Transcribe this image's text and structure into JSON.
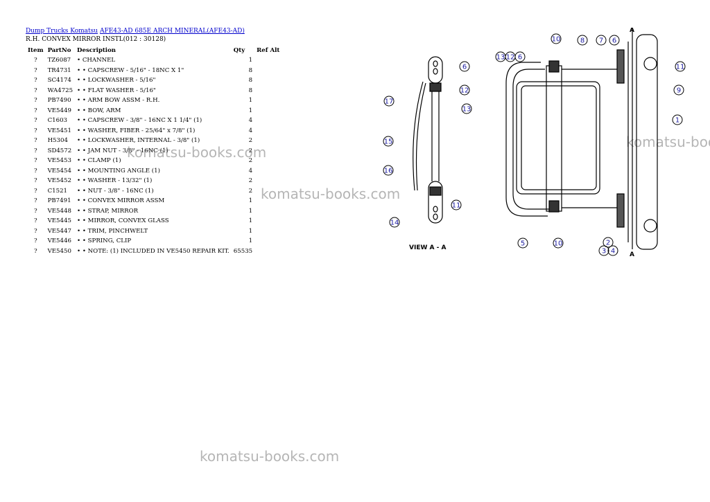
{
  "breadcrumb": {
    "link1": "Dump Trucks Komatsu",
    "link2": "AFE43-AD 685E ARCH MINERAL(AFE43-AD)"
  },
  "subtitle": "R.H. CONVEX MIRROR INSTL(012 : 30128)",
  "table": {
    "headers": {
      "item": "Item",
      "part": "PartNo",
      "desc": "Description",
      "qty": "Qty",
      "ref": "Ref Alt"
    },
    "rows": [
      {
        "item": "?",
        "part": "TZ6087",
        "desc": "• CHANNEL",
        "qty": "1"
      },
      {
        "item": "?",
        "part": "TR4731",
        "desc": "• • CAPSCREW - 5/16\" - 18NC X 1\"",
        "qty": "8"
      },
      {
        "item": "?",
        "part": "SC4174",
        "desc": "• • LOCKWASHER - 5/16\"",
        "qty": "8"
      },
      {
        "item": "?",
        "part": "WA4725",
        "desc": "• • FLAT WASHER - 5/16\"",
        "qty": "8"
      },
      {
        "item": "?",
        "part": "PB7490",
        "desc": "• • ARM BOW ASSM - R.H.",
        "qty": "1"
      },
      {
        "item": "?",
        "part": "VE5449",
        "desc": "• • BOW, ARM",
        "qty": "1"
      },
      {
        "item": "?",
        "part": "C1603",
        "desc": "• • CAPSCREW - 3/8\" - 16NC X 1 1/4\" (1)",
        "qty": "4"
      },
      {
        "item": "?",
        "part": "VE5451",
        "desc": "• • WASHER, FIBER - 25/64\" x 7/8\" (1)",
        "qty": "4"
      },
      {
        "item": "?",
        "part": "H5304",
        "desc": "• • LOCKWASHER, INTERNAL - 3/8\" (1)",
        "qty": "2"
      },
      {
        "item": "?",
        "part": "SD4572",
        "desc": "• • JAM NUT - 3/8\" - 16NC (1)",
        "qty": "2"
      },
      {
        "item": "?",
        "part": "VE5453",
        "desc": "• • CLAMP (1)",
        "qty": "2"
      },
      {
        "item": "?",
        "part": "VE5454",
        "desc": "• • MOUNTING ANGLE (1)",
        "qty": "4"
      },
      {
        "item": "?",
        "part": "VE5452",
        "desc": "• • WASHER - 13/32\" (1)",
        "qty": "2"
      },
      {
        "item": "?",
        "part": "C1521",
        "desc": "• • NUT - 3/8\" - 16NC (1)",
        "qty": "2"
      },
      {
        "item": "?",
        "part": "PB7491",
        "desc": "• • CONVEX MIRROR ASSM",
        "qty": "1"
      },
      {
        "item": "?",
        "part": "VE5448",
        "desc": "• • STRAP, MIRROR",
        "qty": "1"
      },
      {
        "item": "?",
        "part": "VE5445",
        "desc": "• • MIRROR, CONVEX GLASS",
        "qty": "1"
      },
      {
        "item": "?",
        "part": "VE5447",
        "desc": "• • TRIM, PINCHWELT",
        "qty": "1"
      },
      {
        "item": "?",
        "part": "VE5446",
        "desc": "• • SPRING, CLIP",
        "qty": "1"
      },
      {
        "item": "?",
        "part": "VE5450",
        "desc": "• • NOTE: (1) INCLUDED IN VE5450 REPAIR KIT.",
        "qty": "65535"
      }
    ]
  },
  "watermark": "komatsu-books.com",
  "diagram": {
    "view_label": "VIEW  A  -  A",
    "section_letter": "A",
    "callouts": [
      "6",
      "12",
      "13",
      "17",
      "15",
      "16",
      "14",
      "11",
      "10",
      "8",
      "7",
      "6",
      "13",
      "12",
      "6",
      "11",
      "9",
      "1",
      "5",
      "10",
      "2",
      "3",
      "4"
    ]
  }
}
